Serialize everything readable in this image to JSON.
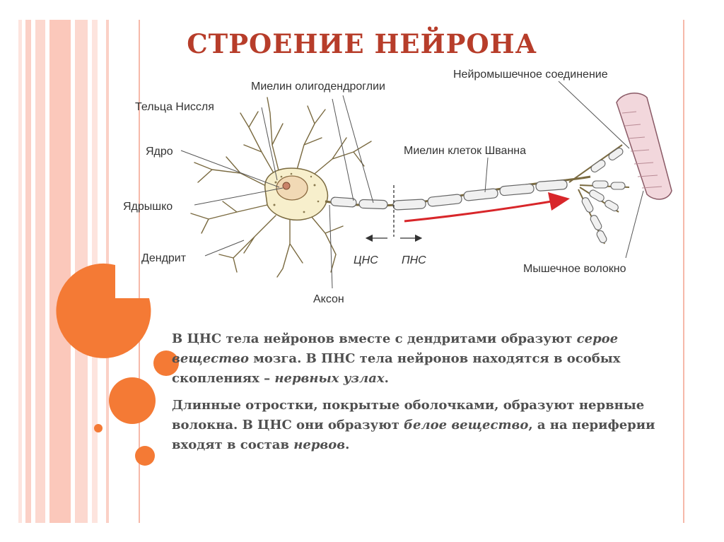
{
  "title": "СТРОЕНИЕ НЕЙРОНА",
  "labels": {
    "myelin_oligo": "Миелин олигодендроглии",
    "neuromuscular": "Нейромышечное соединение",
    "nissl": "Тельца Ниссля",
    "nucleus": "Ядро",
    "schwann": "Миелин клеток Шванна",
    "nucleolus": "Ядрышко",
    "dendrite": "Дендрит",
    "cns": "ЦНС",
    "pns": "ПНС",
    "muscle_fiber": "Мышечное волокно",
    "axon": "Аксон"
  },
  "text": {
    "p1_a": "В ЦНС тела нейронов вместе с дендритами образуют ",
    "p1_b": "серое вещество",
    "p1_c": " мозга. В ПНС тела нейронов находятся в особых скоплениях – ",
    "p1_d": "нервных узлах",
    "p1_e": ".",
    "p2_a": "Длинные отростки, покрытые оболочками, образуют нервные волокна. В ЦНС они образуют ",
    "p2_b": "белое вещество",
    "p2_c": ", а на периферии входят в состав ",
    "p2_d": "нервов",
    "p2_e": "."
  },
  "colors": {
    "title": "#b73d2a",
    "accent_orange": "#f47a35",
    "stripe_pink": "#fbd0c6",
    "arrow_red": "#d8262a",
    "neuron_fill": "#f7efcc"
  }
}
